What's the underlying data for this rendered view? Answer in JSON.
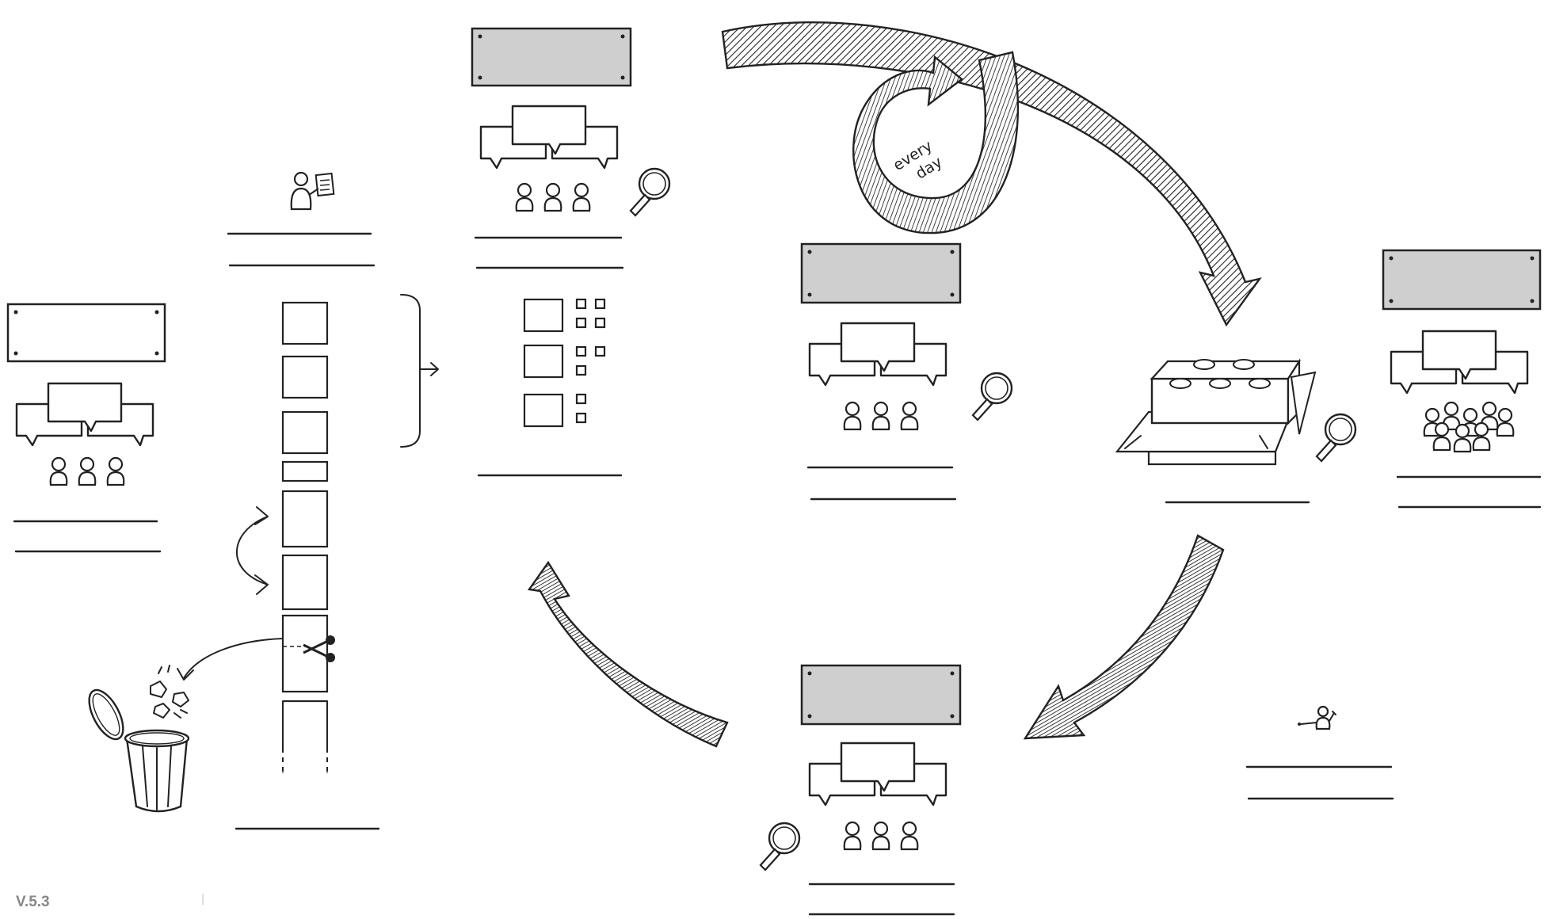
{
  "diagram": {
    "circular_label": "every day",
    "circular_label_line1": "every",
    "circular_label_line2": "day",
    "version": "V.5.3"
  },
  "colors": {
    "board_fill": "#cfcfcf",
    "ink": "#222222",
    "version_text": "#888888",
    "background": "#ffffff"
  },
  "icons": [
    "person-with-board-icon",
    "magnifier-icon",
    "scissors-icon",
    "trash-can-icon",
    "product-box-icon",
    "pointing-person-icon",
    "swap-arrows-icon"
  ]
}
